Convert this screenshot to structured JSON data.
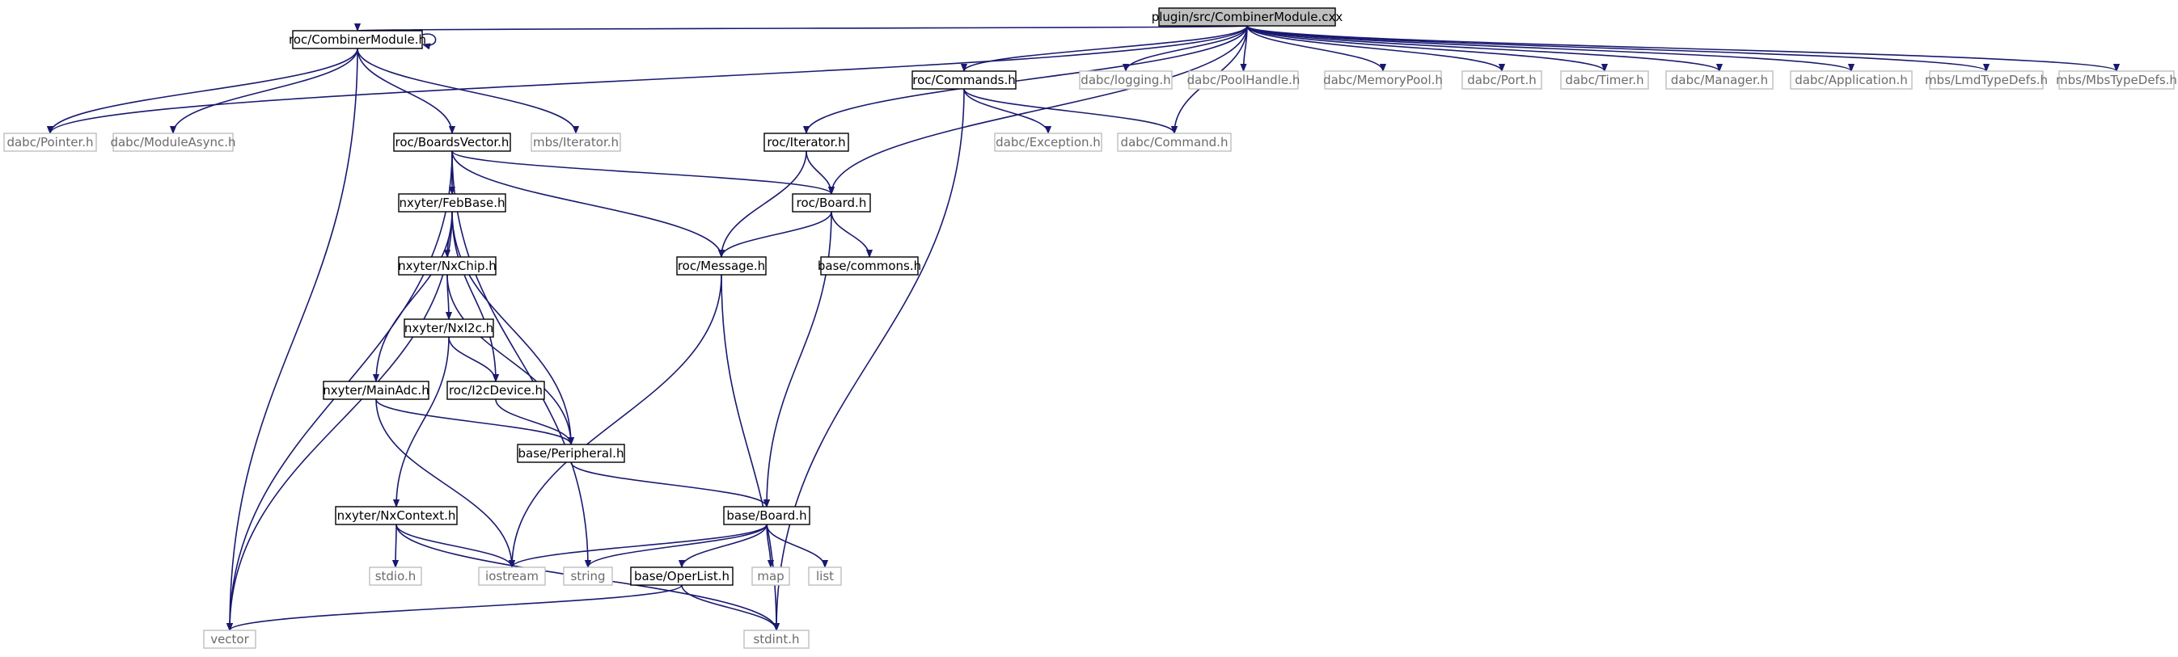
{
  "diagram": {
    "type": "include-dependency-graph",
    "colors": {
      "edge": "#191970",
      "root_fill": "#bfbfbf",
      "external_border": "#bfbfbf",
      "local_border": "#000000"
    },
    "nodes": [
      {
        "id": "root",
        "label": "plugin/src/CombinerModule.cxx",
        "kind": "root"
      },
      {
        "id": "combiner",
        "label": "roc/CombinerModule.h",
        "kind": "local"
      },
      {
        "id": "pointer",
        "label": "dabc/Pointer.h",
        "kind": "external"
      },
      {
        "id": "moduleasync",
        "label": "dabc/ModuleAsync.h",
        "kind": "external"
      },
      {
        "id": "boardsvector",
        "label": "roc/BoardsVector.h",
        "kind": "local"
      },
      {
        "id": "mbsiter",
        "label": "mbs/Iterator.h",
        "kind": "external"
      },
      {
        "id": "rociter",
        "label": "roc/Iterator.h",
        "kind": "local"
      },
      {
        "id": "commands",
        "label": "roc/Commands.h",
        "kind": "local"
      },
      {
        "id": "logging",
        "label": "dabc/logging.h",
        "kind": "external"
      },
      {
        "id": "poolhandle",
        "label": "dabc/PoolHandle.h",
        "kind": "external"
      },
      {
        "id": "mempool",
        "label": "dabc/MemoryPool.h",
        "kind": "external"
      },
      {
        "id": "port",
        "label": "dabc/Port.h",
        "kind": "external"
      },
      {
        "id": "timer",
        "label": "dabc/Timer.h",
        "kind": "external"
      },
      {
        "id": "manager",
        "label": "dabc/Manager.h",
        "kind": "external"
      },
      {
        "id": "application",
        "label": "dabc/Application.h",
        "kind": "external"
      },
      {
        "id": "lmd",
        "label": "mbs/LmdTypeDefs.h",
        "kind": "external"
      },
      {
        "id": "mbstype",
        "label": "mbs/MbsTypeDefs.h",
        "kind": "external"
      },
      {
        "id": "exception",
        "label": "dabc/Exception.h",
        "kind": "external"
      },
      {
        "id": "command",
        "label": "dabc/Command.h",
        "kind": "external"
      },
      {
        "id": "febbase",
        "label": "nxyter/FebBase.h",
        "kind": "local"
      },
      {
        "id": "rocboard",
        "label": "roc/Board.h",
        "kind": "local"
      },
      {
        "id": "nxchip",
        "label": "nxyter/NxChip.h",
        "kind": "local"
      },
      {
        "id": "message",
        "label": "roc/Message.h",
        "kind": "local"
      },
      {
        "id": "commons",
        "label": "base/commons.h",
        "kind": "local"
      },
      {
        "id": "nxi2c",
        "label": "nxyter/NxI2c.h",
        "kind": "local"
      },
      {
        "id": "mainadc",
        "label": "nxyter/MainAdc.h",
        "kind": "local"
      },
      {
        "id": "i2cdevice",
        "label": "roc/I2cDevice.h",
        "kind": "local"
      },
      {
        "id": "peripheral",
        "label": "base/Peripheral.h",
        "kind": "local"
      },
      {
        "id": "nxcontext",
        "label": "nxyter/NxContext.h",
        "kind": "local"
      },
      {
        "id": "baseboard",
        "label": "base/Board.h",
        "kind": "local"
      },
      {
        "id": "stdio",
        "label": "stdio.h",
        "kind": "external"
      },
      {
        "id": "iostream",
        "label": "iostream",
        "kind": "external"
      },
      {
        "id": "string",
        "label": "string",
        "kind": "external"
      },
      {
        "id": "operlist",
        "label": "base/OperList.h",
        "kind": "local"
      },
      {
        "id": "map",
        "label": "map",
        "kind": "external"
      },
      {
        "id": "list",
        "label": "list",
        "kind": "external"
      },
      {
        "id": "vector",
        "label": "vector",
        "kind": "external"
      },
      {
        "id": "stdint",
        "label": "stdint.h",
        "kind": "external"
      }
    ],
    "edges": [
      [
        "root",
        "combiner"
      ],
      [
        "root",
        "pointer"
      ],
      [
        "root",
        "rociter"
      ],
      [
        "root",
        "rocboard"
      ],
      [
        "root",
        "commands"
      ],
      [
        "root",
        "logging"
      ],
      [
        "root",
        "poolhandle"
      ],
      [
        "root",
        "mempool"
      ],
      [
        "root",
        "port"
      ],
      [
        "root",
        "timer"
      ],
      [
        "root",
        "manager"
      ],
      [
        "root",
        "application"
      ],
      [
        "root",
        "lmd"
      ],
      [
        "root",
        "mbstype"
      ],
      [
        "root",
        "command"
      ],
      [
        "combiner",
        "combiner"
      ],
      [
        "combiner",
        "pointer"
      ],
      [
        "combiner",
        "moduleasync"
      ],
      [
        "combiner",
        "boardsvector"
      ],
      [
        "combiner",
        "mbsiter"
      ],
      [
        "combiner",
        "vector"
      ],
      [
        "boardsvector",
        "febbase"
      ],
      [
        "boardsvector",
        "rocboard"
      ],
      [
        "boardsvector",
        "message"
      ],
      [
        "boardsvector",
        "vector"
      ],
      [
        "boardsvector",
        "string"
      ],
      [
        "rociter",
        "rocboard"
      ],
      [
        "rociter",
        "message"
      ],
      [
        "commands",
        "exception"
      ],
      [
        "commands",
        "command"
      ],
      [
        "commands",
        "stdint"
      ],
      [
        "rocboard",
        "message"
      ],
      [
        "rocboard",
        "commons"
      ],
      [
        "rocboard",
        "baseboard"
      ],
      [
        "febbase",
        "nxchip"
      ],
      [
        "febbase",
        "mainadc"
      ],
      [
        "febbase",
        "i2cdevice"
      ],
      [
        "febbase",
        "peripheral"
      ],
      [
        "febbase",
        "vector"
      ],
      [
        "nxchip",
        "nxi2c"
      ],
      [
        "nxchip",
        "peripheral"
      ],
      [
        "nxi2c",
        "i2cdevice"
      ],
      [
        "nxi2c",
        "nxcontext"
      ],
      [
        "mainadc",
        "peripheral"
      ],
      [
        "mainadc",
        "iostream"
      ],
      [
        "i2cdevice",
        "peripheral"
      ],
      [
        "peripheral",
        "baseboard"
      ],
      [
        "message",
        "iostream"
      ],
      [
        "message",
        "stdint"
      ],
      [
        "nxcontext",
        "stdio"
      ],
      [
        "nxcontext",
        "iostream"
      ],
      [
        "nxcontext",
        "stdint"
      ],
      [
        "baseboard",
        "iostream"
      ],
      [
        "baseboard",
        "string"
      ],
      [
        "baseboard",
        "operlist"
      ],
      [
        "baseboard",
        "map"
      ],
      [
        "baseboard",
        "list"
      ],
      [
        "operlist",
        "vector"
      ],
      [
        "operlist",
        "stdint"
      ]
    ]
  }
}
